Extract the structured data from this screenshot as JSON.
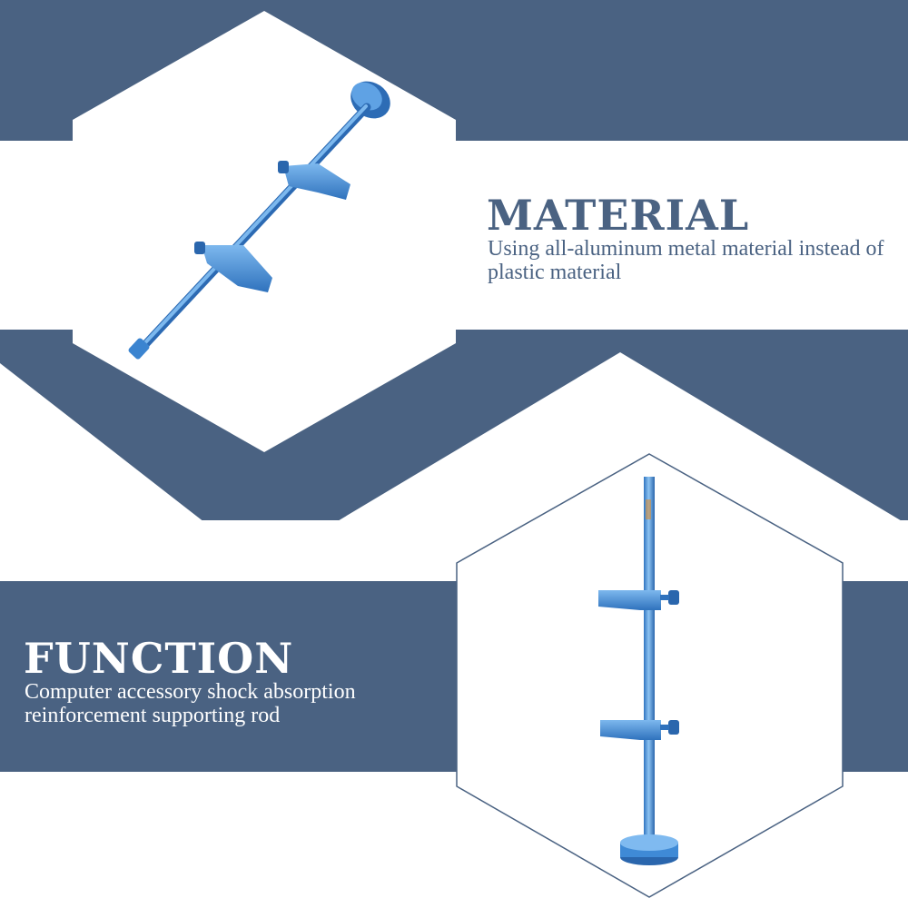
{
  "material": {
    "title": "MATERIAL",
    "description": "Using all-aluminum metal material instead of plastic material"
  },
  "function": {
    "title": "FUNCTION",
    "description": "Computer accessory shock absorption reinforcement supporting rod"
  },
  "colors": {
    "band": "#4a6282",
    "white": "#ffffff",
    "product_blue": "#3b8ad6",
    "product_highlight": "#8ec4f2",
    "text_dark": "#4a6282",
    "text_light": "#ffffff"
  },
  "icons": [
    "support-rod-diagonal-photo",
    "support-rod-vertical-photo"
  ]
}
